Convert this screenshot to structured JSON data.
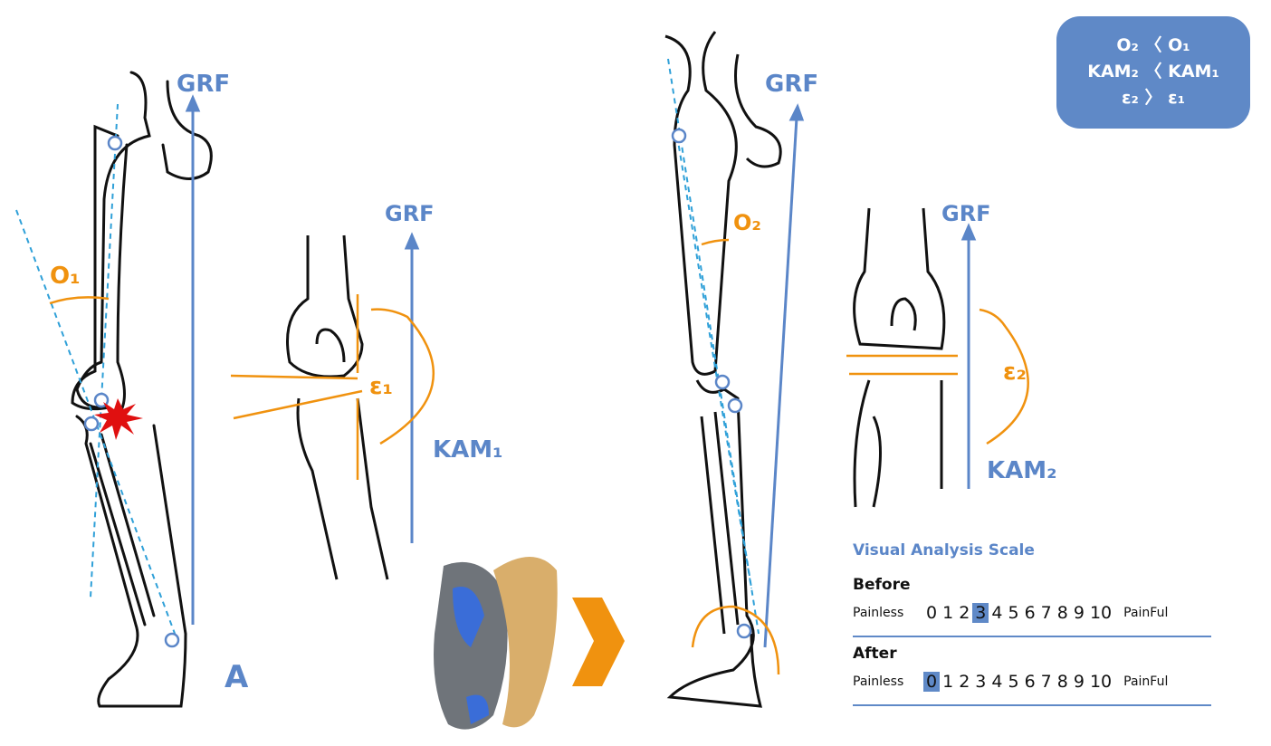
{
  "labels": {
    "grf": "GRF",
    "theta1": "O₁",
    "theta2": "O₂",
    "delta1": "ε₁",
    "delta2": "ε₂",
    "kam1": "KAM₁",
    "kam2": "KAM₂",
    "panel": "A"
  },
  "summary": {
    "lines": [
      "O₂ 〈 O₁",
      "KAM₂ 〈 KAM₁",
      "ε₂ 〉 ε₁"
    ]
  },
  "vas": {
    "title": "Visual Analysis Scale",
    "before": {
      "label": "Before",
      "left": "Painless",
      "right": "PainFul",
      "selected": 3
    },
    "after": {
      "label": "After",
      "left": "Painless",
      "right": "PainFul",
      "selected": 0
    },
    "numbers": [
      "0",
      "1",
      "2",
      "3",
      "4",
      "5",
      "6",
      "7",
      "8",
      "9",
      "10"
    ]
  },
  "colors": {
    "blue": "#5b86c8",
    "orange": "#f0920f",
    "red": "#e01010",
    "box": "#5f89c7"
  }
}
